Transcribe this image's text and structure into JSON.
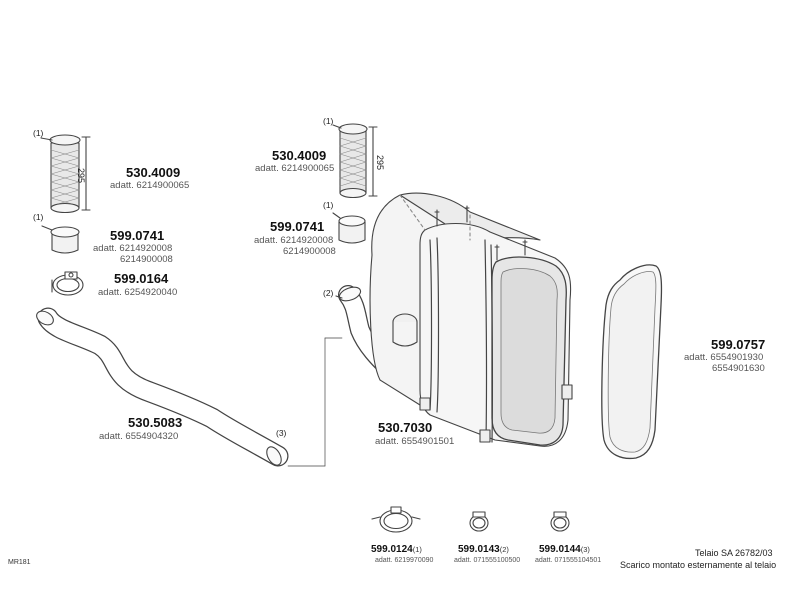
{
  "parts": {
    "a_4009": {
      "callout": "(1)",
      "number": "530.4009",
      "adatt": "adatt. 6214900065",
      "dim": "295"
    },
    "a_0741": {
      "callout": "(1)",
      "number": "599.0741",
      "adatt_1": "adatt. 6214920008",
      "adatt_2": "6214900008"
    },
    "a_0164": {
      "number": "599.0164",
      "adatt": "adatt. 6254920040"
    },
    "a_5083": {
      "number": "530.5083",
      "adatt": "adatt. 6554904320",
      "callout": "(3)"
    },
    "b_4009": {
      "callout": "(1)",
      "number": "530.4009",
      "adatt": "adatt. 6214900065",
      "dim": "295"
    },
    "b_0741": {
      "callout": "(1)",
      "number": "599.0741",
      "adatt_1": "adatt. 6214920008",
      "adatt_2": "6214900008"
    },
    "b_pipe": {
      "callout": "(2)"
    },
    "muffler": {
      "number": "530.7030",
      "adatt": "adatt. 6554901501"
    },
    "panel": {
      "number": "599.0757",
      "adatt_1": "adatt. 6554901930",
      "adatt_2": "6554901630"
    },
    "clamp_0124": {
      "number": "599.0124",
      "callout": "(1)",
      "adatt": "adatt. 6219970090"
    },
    "clamp_0143": {
      "number": "599.0143",
      "callout": "(2)",
      "adatt": "adatt. 071555100500"
    },
    "clamp_0144": {
      "number": "599.0144",
      "callout": "(3)",
      "adatt": "adatt. 071555104501"
    }
  },
  "footer": {
    "ref": "MR181",
    "chassis": "Telaio SA 26782/03",
    "note": "Scarico montato esternamente al telaio"
  }
}
